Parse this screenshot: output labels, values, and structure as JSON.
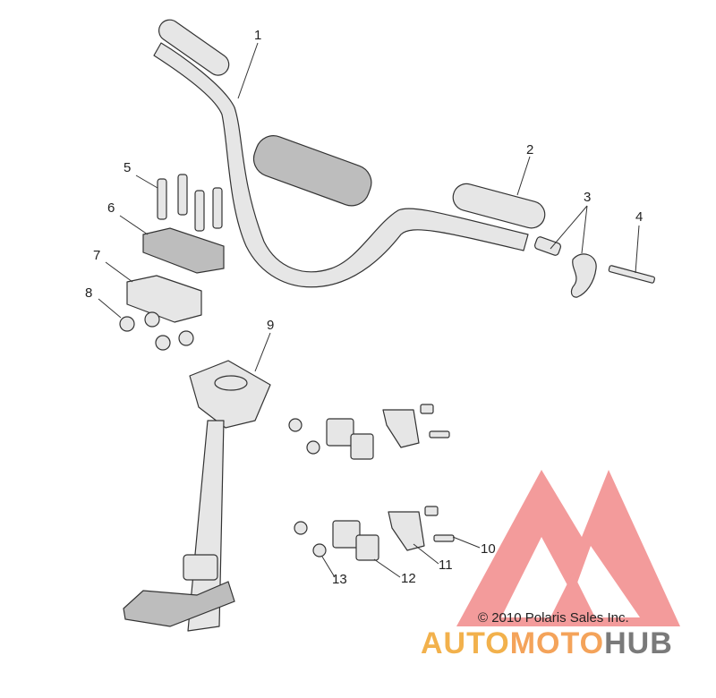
{
  "callouts": [
    "1",
    "2",
    "3",
    "4",
    "5",
    "6",
    "7",
    "8",
    "9",
    "10",
    "11",
    "12",
    "13"
  ],
  "copyright": "© 2010 Polaris Sales Inc.",
  "watermark": {
    "part1": "AUTO",
    "part2": "MOTO",
    "part3": "HUB"
  },
  "colors": {
    "logo": "#f07a7a",
    "auto": "#f2b14c",
    "moto": "#f4a35a",
    "hub": "#7a7a7a"
  }
}
